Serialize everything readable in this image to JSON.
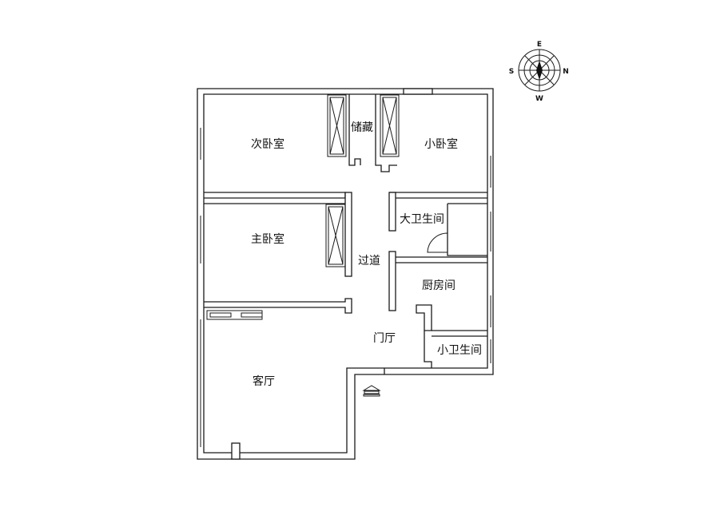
{
  "compass": {
    "top": "E",
    "left": "S",
    "right": "N",
    "bottom": "W"
  },
  "rooms": {
    "second_bedroom": "次卧室",
    "storage": "储藏",
    "small_bedroom": "小卧室",
    "master_bedroom": "主卧室",
    "big_bathroom": "大卫生间",
    "corridor": "过道",
    "kitchen": "厨房间",
    "foyer": "门厅",
    "small_bathroom": "小卫生间",
    "living_room": "客厅"
  }
}
